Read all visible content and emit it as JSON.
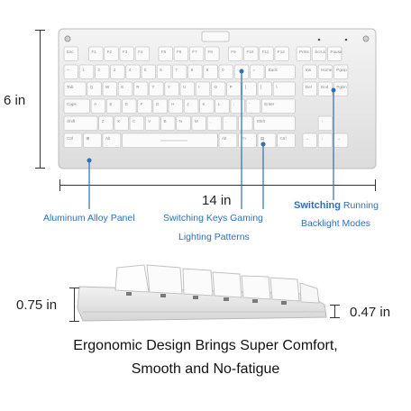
{
  "dimensions": {
    "height": "6 in",
    "width": "14 in",
    "profile_height": "0.75 in",
    "profile_keycap": "0.47 in"
  },
  "callouts": {
    "panel": "Aluminum Alloy Panel",
    "keys_line1": "Switching Keys Gaming",
    "keys_line2": "Lighting Patterns",
    "backlight_line1_strong": "Switching",
    "backlight_line1_rest": " Running",
    "backlight_line2": "Backlight Modes"
  },
  "caption": {
    "line1": "Ergonomic Design Brings Super Comfort,",
    "line2": "Smooth and No-fatigue"
  },
  "keyboard": {
    "row_fn": [
      "Esc",
      "F1",
      "F2",
      "F3",
      "F4",
      "F5",
      "F6",
      "F7",
      "F8",
      "F9",
      "F10",
      "F11",
      "F12",
      "PrtSc",
      "ScrLk",
      "Pause"
    ],
    "row_num": [
      "~",
      "1",
      "2",
      "3",
      "4",
      "5",
      "6",
      "7",
      "8",
      "9",
      "0",
      "-",
      "=",
      "Back",
      "Ins",
      "Home",
      "PgUp"
    ],
    "row_tab": [
      "Tab",
      "Q",
      "W",
      "E",
      "R",
      "T",
      "Y",
      "U",
      "I",
      "O",
      "P",
      "[",
      "]",
      "\\",
      "Del",
      "End",
      "PgDn"
    ],
    "row_caps": [
      "Caps",
      "A",
      "S",
      "D",
      "F",
      "G",
      "H",
      "J",
      "K",
      "L",
      ";",
      "'",
      "Enter"
    ],
    "row_shift": [
      "Shift",
      "Z",
      "X",
      "C",
      "V",
      "B",
      "N",
      "M",
      ",",
      ".",
      "/",
      "Shift",
      "↑"
    ],
    "row_ctrl": [
      "Ctrl",
      "⊞",
      "Alt",
      "",
      "Alt",
      "Fn",
      "▤",
      "Ctrl",
      "←",
      "↓",
      "→"
    ]
  },
  "colors": {
    "panel": "#e9e9e9",
    "key": "#fbfbfb",
    "accent": "#2f6fb3"
  }
}
